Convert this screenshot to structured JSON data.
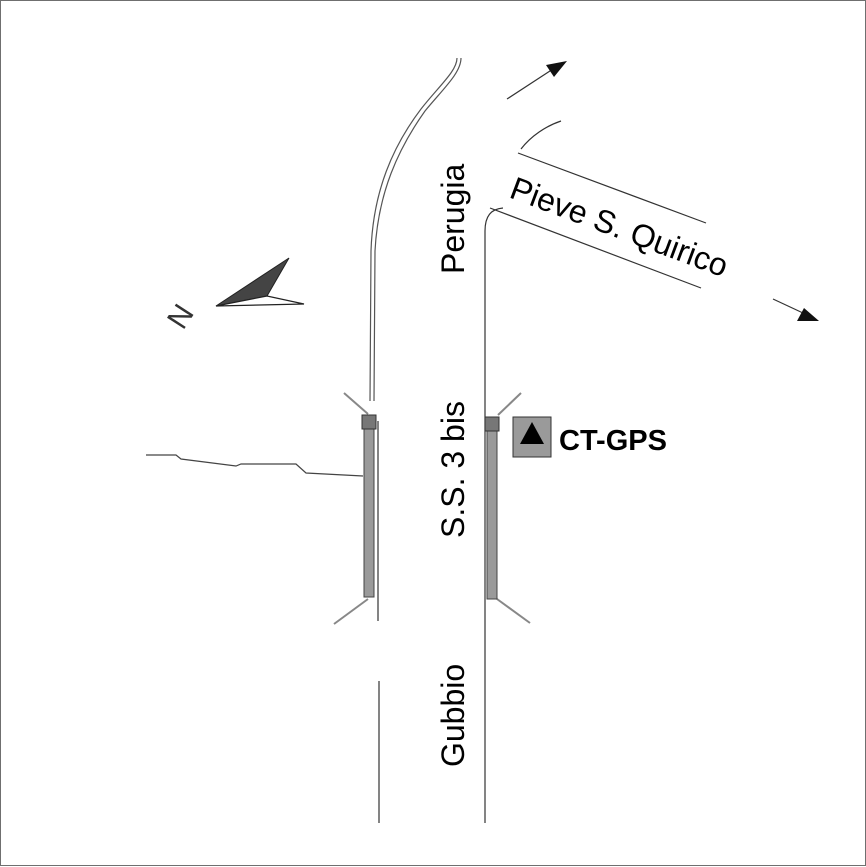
{
  "labels": {
    "main_road": "S.S. 3 bis",
    "north_destination": "Perugia",
    "south_destination": "Gubbio",
    "branch_road": "Pieve S. Quirico",
    "station": "CT-GPS",
    "compass_north": "N"
  },
  "icons": {
    "station_marker": "triangle-in-square",
    "compass": "north-arrow"
  },
  "colors": {
    "background": "#ffffff",
    "road_lines": "#333333",
    "barriers": "#9a9a9a",
    "station_fill": "#9a9a9a",
    "compass": "#444444",
    "text": "#000000"
  }
}
